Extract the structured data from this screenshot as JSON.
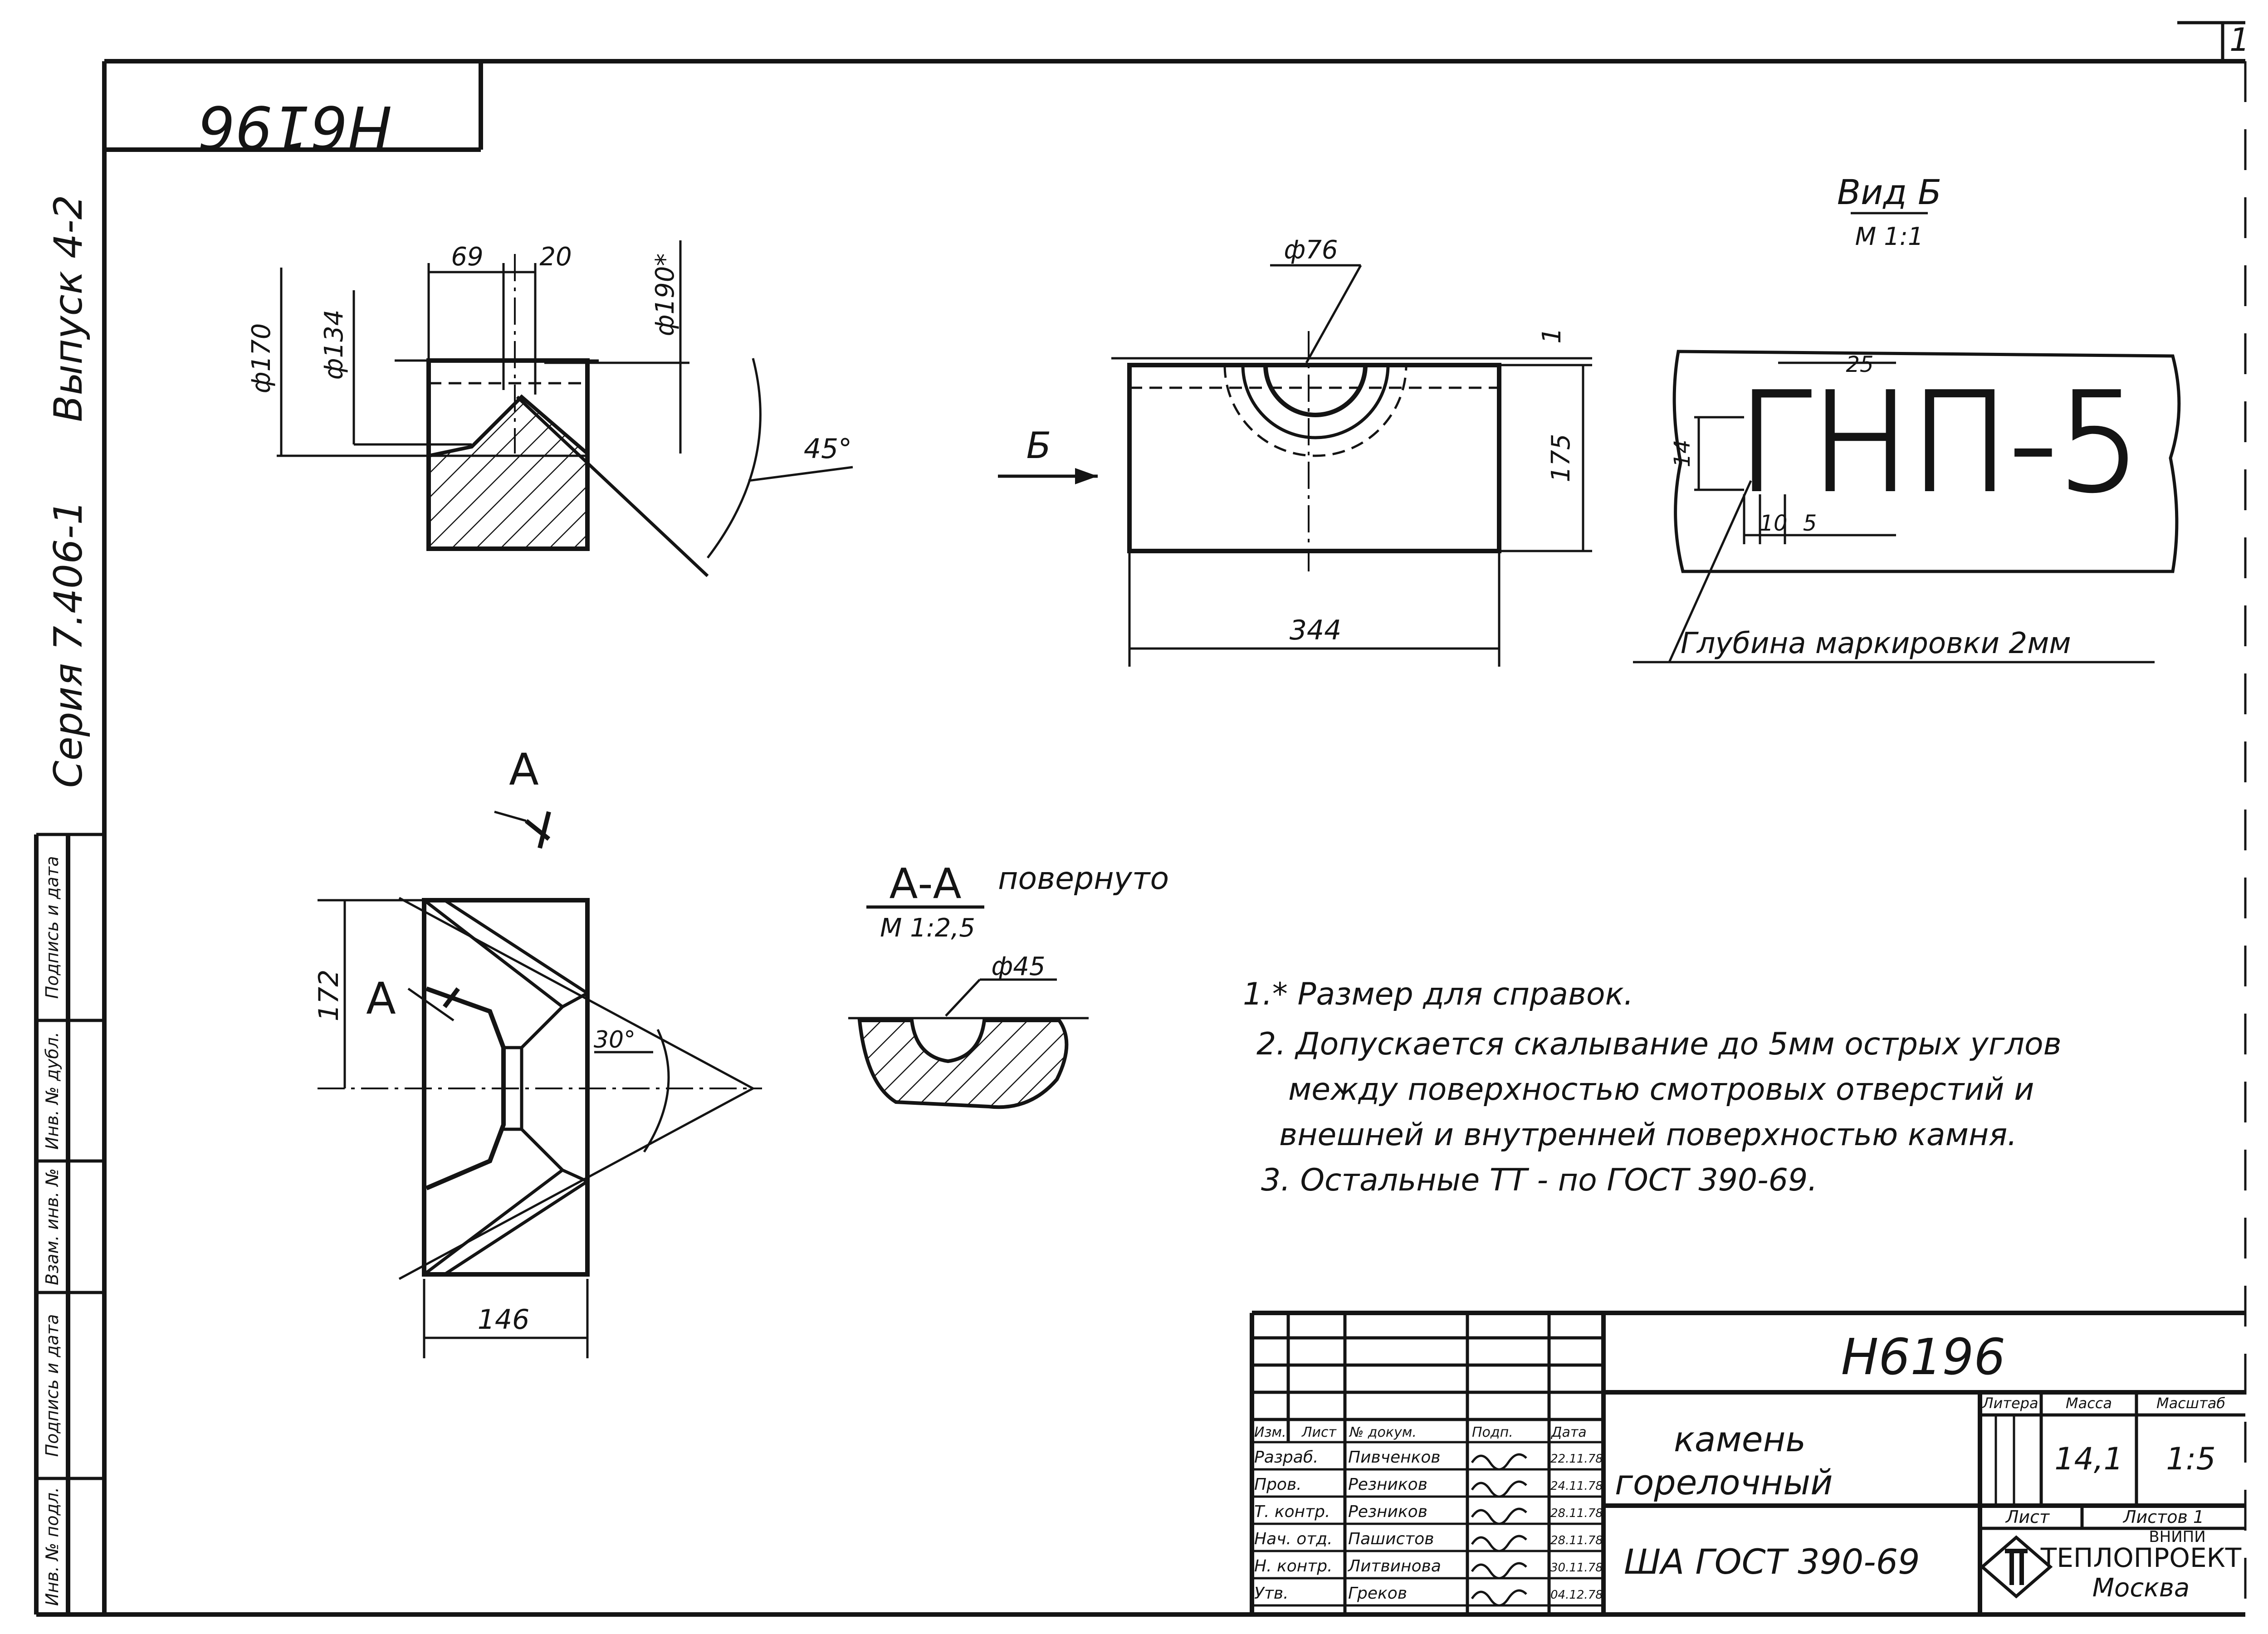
{
  "doc_code_corner": "H6196",
  "sheet_number_mark": "1",
  "left_strip": {
    "series": "Серия 7.406-1",
    "issue": "Выпуск 4-2",
    "stamp_labels": [
      "Инв. № подл.",
      "Подпись и дата",
      "Взам. инв. №",
      "Инв. № дубл.",
      "Подпись и дата"
    ]
  },
  "views": {
    "side": {
      "dims": [
        "ф170",
        "ф134",
        "69",
        "20",
        "ф190*",
        "45°"
      ]
    },
    "front": {
      "dims": [
        "ф76",
        "175",
        "1",
        "344"
      ],
      "view_arrow": "Б"
    },
    "view_b": {
      "title": "Вид Б",
      "scale": "М 1:1",
      "marking": "ГНП-5",
      "dims": [
        "25",
        "14",
        "10",
        "5"
      ],
      "note": "Глубина маркировки 2мм"
    },
    "plan": {
      "cut_label": "А",
      "dims": [
        "172",
        "30°",
        "146"
      ]
    },
    "section": {
      "title": "А-А",
      "rotated": "повернуто",
      "scale": "М 1:2,5",
      "dims": [
        "ф45"
      ]
    }
  },
  "notes": [
    "1.* Размер для справок.",
    "2. Допускается скалывание до 5мм острых углов",
    "между поверхностью смотровых отверстий и",
    "внешней и внутренней поверхностью камня.",
    "3. Остальные ТТ - по ГОСТ 390-69."
  ],
  "title_block": {
    "doc_code": "Н6196",
    "name_line1": "камень",
    "name_line2": "горелочный",
    "material": "ША ГОСТ 390-69",
    "col_headers": [
      "Изм.",
      "Лист",
      "№ докум.",
      "Подп.",
      "Дата"
    ],
    "staff": [
      {
        "role": "Разраб.",
        "name": "Пивченков",
        "date": "22.11.78"
      },
      {
        "role": "Пров.",
        "name": "Резников",
        "date": "24.11.78"
      },
      {
        "role": "Т. контр.",
        "name": "Резников",
        "date": "28.11.78"
      },
      {
        "role": "Нач. отд.",
        "name": "Пашистов",
        "date": "28.11.78"
      },
      {
        "role": "Н. контр.",
        "name": "Литвинова",
        "date": "30.11.78"
      },
      {
        "role": "Утв.",
        "name": "Греков",
        "date": "04.12.78"
      }
    ],
    "litera_label": "Литера",
    "mass_label": "Масса",
    "scale_label": "Масштаб",
    "mass": "14,1",
    "scale": "1:5",
    "sheet_label": "Лист",
    "sheets_label": "Листов 1",
    "org_top": "ВНИПИ",
    "org": "ТЕПЛОПРОЕКТ",
    "city": "Москва"
  }
}
